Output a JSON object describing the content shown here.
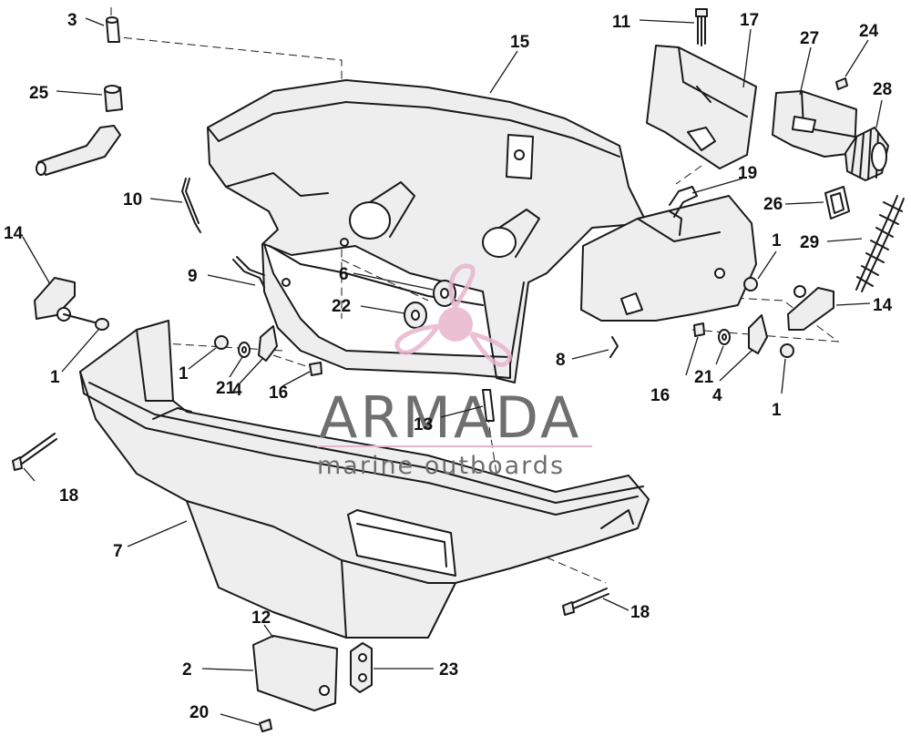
{
  "watermark": {
    "brand": "ARMADA",
    "tagline": "marine outboards",
    "logo_color": "#e8b6cc",
    "text_color": "#6f6f6f"
  },
  "callouts": {
    "c3": "3",
    "c25": "25",
    "c10": "10",
    "c14_left": "14",
    "c9": "9",
    "c1_a": "1",
    "c1_b": "1",
    "c21_left": "21",
    "c4_left": "4",
    "c16_left": "16",
    "c18_left": "18",
    "c7": "7",
    "c15": "15",
    "c6": "6",
    "c22": "22",
    "c13": "13",
    "c8": "8",
    "c11": "11",
    "c17": "17",
    "c27": "27",
    "c24": "24",
    "c28": "28",
    "c19": "19",
    "c26": "26",
    "c29": "29",
    "c1_c": "1",
    "c14_right": "14",
    "c16_right": "16",
    "c21_right": "21",
    "c4_right": "4",
    "c1_d": "1",
    "c12": "12",
    "c2": "2",
    "c23": "23",
    "c20": "20",
    "c18_right": "18"
  }
}
